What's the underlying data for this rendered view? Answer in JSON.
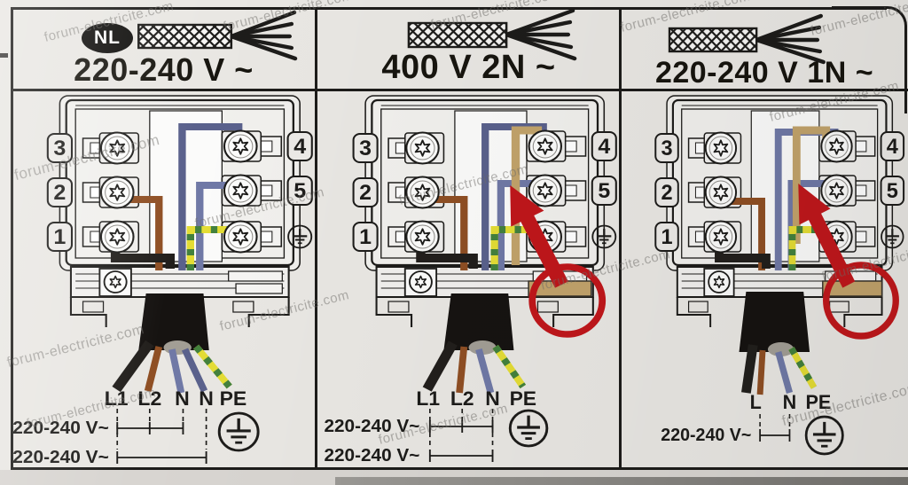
{
  "watermark": "forum-electricite.com",
  "colors": {
    "paper": "#e9e7e3",
    "ink": "#1d1c1a",
    "red": "#c0171b",
    "black": "#221f1c",
    "brown": "#8f4f24",
    "blue": "#7079a6",
    "slate": "#5a618c",
    "tan": "#c2a36b",
    "pe_yellow": "#e4dd35",
    "pe_green": "#43813d",
    "cable": "#161311"
  },
  "panels": [
    {
      "badge": "NL",
      "title": "220-240 V ~",
      "terminals_left": [
        "3",
        "2",
        "1"
      ],
      "terminals_right": [
        "4",
        "5"
      ],
      "fan": [
        {
          "label": "L1",
          "colors": [
            "black"
          ]
        },
        {
          "label": "L2",
          "colors": [
            "brown"
          ]
        },
        {
          "label": "N",
          "colors": [
            "blue"
          ]
        },
        {
          "label": "N",
          "colors": [
            "slate"
          ]
        },
        {
          "label": "PE",
          "colors": [
            "pe"
          ]
        }
      ],
      "voltage_rows": [
        "220-240 V~",
        "220-240 V~"
      ],
      "bridge_highlight": false
    },
    {
      "title": "400 V 2N ~",
      "terminals_left": [
        "3",
        "2",
        "1"
      ],
      "terminals_right": [
        "4",
        "5"
      ],
      "fan": [
        {
          "label": "L1",
          "colors": [
            "black"
          ]
        },
        {
          "label": "L2",
          "colors": [
            "brown"
          ]
        },
        {
          "label": "N",
          "colors": [
            "blue"
          ]
        },
        {
          "label": "PE",
          "colors": [
            "pe"
          ]
        }
      ],
      "voltage_rows": [
        "220-240 V~",
        "220-240 V~"
      ],
      "bridge_highlight": true
    },
    {
      "title": "220-240 V 1N ~",
      "terminals_left": [
        "3",
        "2",
        "1"
      ],
      "terminals_right": [
        "4",
        "5"
      ],
      "fan": [
        {
          "label": "L",
          "colors": [
            "black",
            "brown"
          ]
        },
        {
          "label": "N",
          "colors": [
            "blue"
          ]
        },
        {
          "label": "PE",
          "colors": [
            "pe"
          ]
        }
      ],
      "voltage_rows": [
        "220-240 V~"
      ],
      "bridge_highlight": true
    }
  ]
}
